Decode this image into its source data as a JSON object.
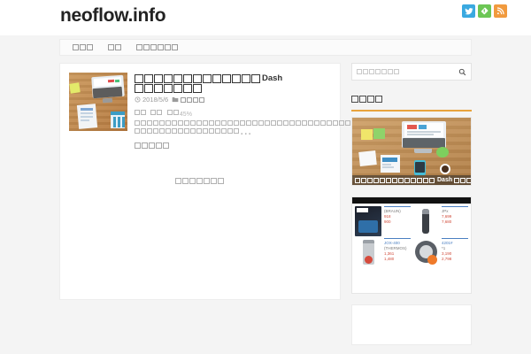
{
  "site": {
    "title": "neoflow.info",
    "social": [
      {
        "name": "twitter-icon",
        "label": "Twitter",
        "color": "#3aa9e0"
      },
      {
        "name": "feedly-icon",
        "label": "Feedly",
        "color": "#6cc655"
      },
      {
        "name": "rss-icon",
        "label": "RSS",
        "color": "#f19a3e"
      }
    ]
  },
  "nav": {
    "items": [
      {
        "label_boxes": 3
      },
      {
        "label_boxes": 2
      },
      {
        "label_boxes": 6
      }
    ]
  },
  "post": {
    "title_boxes_before": 13,
    "title_latin": "Dash",
    "title_boxes_after": 7,
    "date": "2018/5/6",
    "category_boxes": 4,
    "excerpt_boxes_1": 2,
    "excerpt_boxes_2": 2,
    "excerpt_boxes_3": 2,
    "excerpt_latin": "45%",
    "excerpt_boxes_4": 44,
    "excerpt_boxes_5": 17,
    "excerpt_ellipsis": "...",
    "readmore_boxes": 5,
    "thumbnail_alt": "desk-photo-laptop-documents"
  },
  "pagination": {
    "label_boxes": 7
  },
  "sidebar": {
    "search": {
      "placeholder_boxes": 7,
      "icon": "search-icon"
    },
    "featured": {
      "heading_boxes": 4,
      "heading_underline_color": "#e8a33d",
      "card": {
        "caption_boxes_before": 13,
        "caption_latin": "Dash",
        "caption_boxes_after": 7,
        "image_alt": "desk-photo-overhead-laptop-coffee"
      }
    },
    "ad": {
      "header_text": "",
      "items": [
        {
          "brand": "(BRAUN)",
          "price1": "918",
          "price2": "900"
        },
        {
          "brand": "JPx",
          "price1": "7,699",
          "price2": "7,680"
        },
        {
          "brand": "(THERMOS)",
          "model": "JOX-400",
          "price1": "1,361",
          "price2": "1,480"
        },
        {
          "brand": "*1",
          "model": "4201#",
          "price1": "3,190",
          "price2": "2,798"
        }
      ]
    },
    "empty_widget": {
      "label": ""
    }
  }
}
